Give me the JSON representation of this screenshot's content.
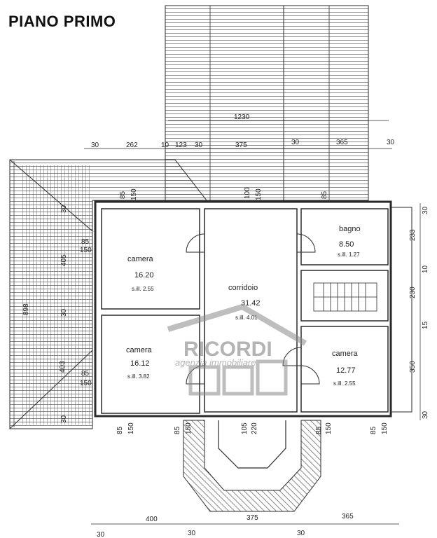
{
  "title": "PIANO PRIMO",
  "colors": {
    "line": "#2a2a2a",
    "hatch": "#555555",
    "watermark": "#8a8a8a"
  },
  "rooms": [
    {
      "id": "camera-nw",
      "name": "camera",
      "area": "16.20",
      "height": "s.ill. 2.55"
    },
    {
      "id": "camera-sw",
      "name": "camera",
      "area": "16.12",
      "height": "s.ill. 3.82"
    },
    {
      "id": "corridoio",
      "name": "corridoio",
      "area": "31.42",
      "height": "s.ill. 4.01"
    },
    {
      "id": "bagno",
      "name": "bagno",
      "area": "8.50",
      "height": "s.ill. 1.27"
    },
    {
      "id": "camera-e",
      "name": "camera",
      "area": "12.77",
      "height": "s.ill. 2.55"
    }
  ],
  "dims": {
    "top_total": "1230",
    "top_row": [
      "30",
      "262",
      "10",
      "123",
      "30",
      "375",
      "30",
      "365",
      "30"
    ],
    "left_col": [
      "30",
      "85",
      "150",
      "405",
      "898",
      "30",
      "403",
      "85",
      "150",
      "30"
    ],
    "right_col": [
      "30",
      "233",
      "10",
      "230",
      "15",
      "350",
      "30"
    ],
    "openings_top": [
      "85",
      "150",
      "100",
      "150",
      "85"
    ],
    "openings_bottom": [
      "85",
      "150",
      "85",
      "150",
      "105",
      "220",
      "85",
      "150",
      "85",
      "150"
    ],
    "bottom_row": [
      "400",
      "375",
      "365"
    ],
    "bottom_30": [
      "30",
      "30",
      "30"
    ]
  },
  "watermark": {
    "brand": "RICORDI",
    "tagline": "agenzia immobiliare"
  }
}
